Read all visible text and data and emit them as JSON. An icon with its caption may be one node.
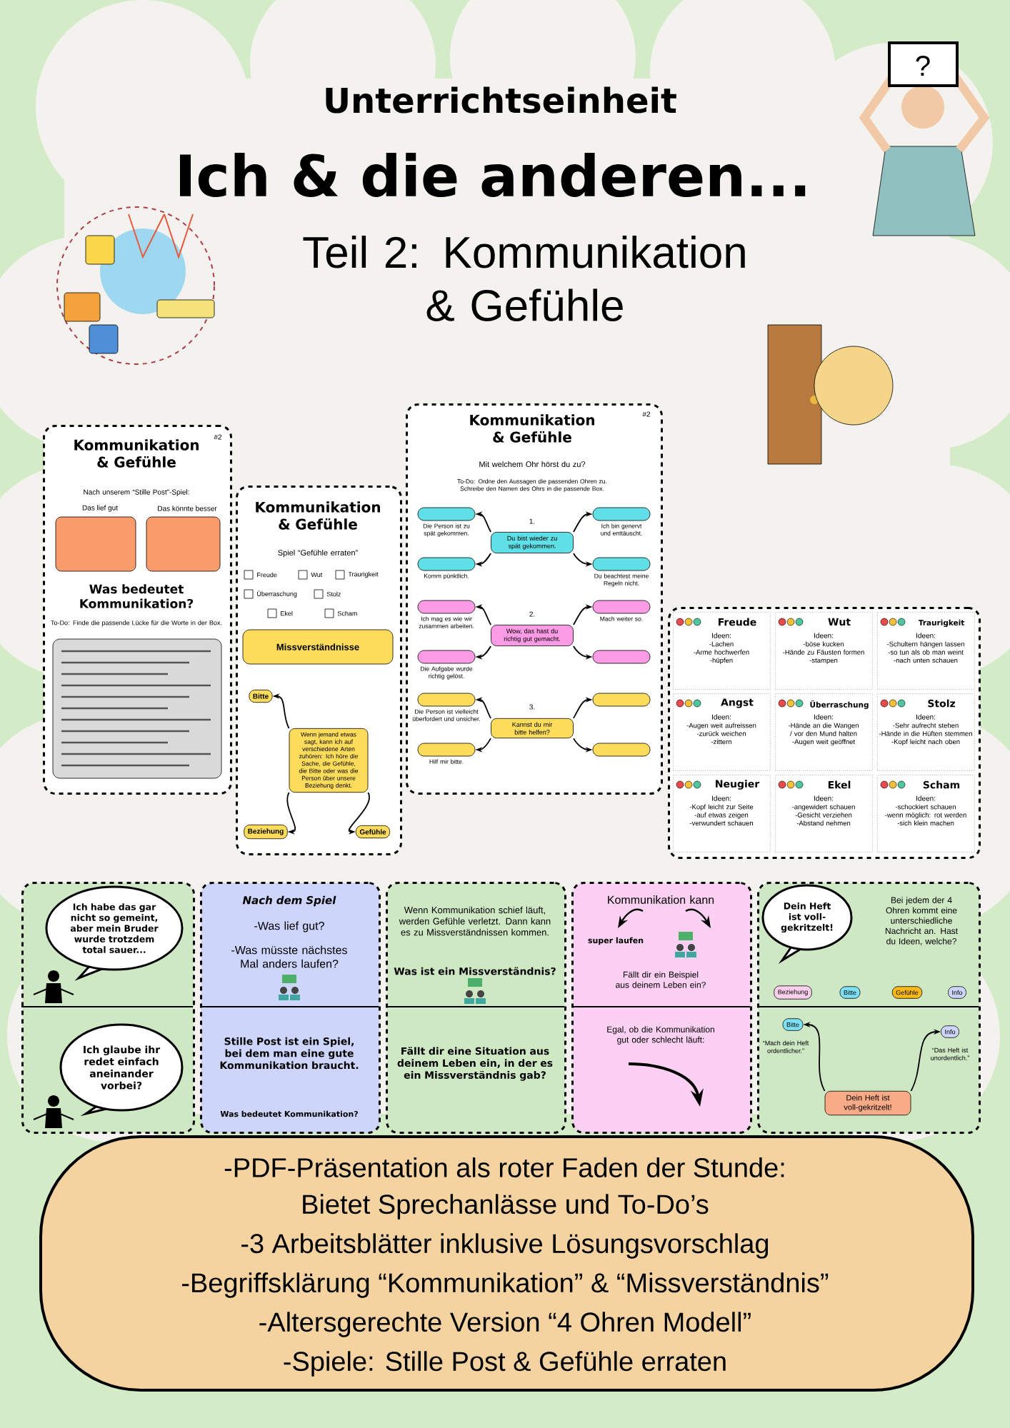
{
  "diagram": {
    "title": "Ich & die anderen...",
    "nodes": [
      {
        "text": [
          "Kommunikation & Gefühle",
          "Nach unserem “Stille Post”-Spiel:",
          "Das lief gut",
          "Das könnte besser",
          "Was bedeutet Kommunikation?",
          "To-Do: Finde die passende Lücke für die Worte in der Box."
        ]
      },
      {
        "text": [
          "Kommunikation & Gefühle",
          "Spiel “Gefühle erraten”",
          "Freude",
          "Wut",
          "Traurigkeit",
          "Überraschung",
          "Stolz",
          "Ekel",
          "Scham",
          "Missverständnisse"
        ]
      },
      {
        "text": [
          "Wenn jemand etwas sagt, kann ich auf verschiedene Arten zuhören: Ich höre die Sache, die Gefühle, die Bitte oder was die Person über unsere Beziehung denkt."
        ],
        "in": 1
      },
      {
        "text": [
          "Bitte"
        ],
        "in": 1
      },
      {
        "text": [
          "Beziehung"
        ],
        "in": 1
      },
      {
        "text": [
          "Gefühle"
        ],
        "in": 1
      },
      {
        "text": [
          "Kommunikation & Gefühle",
          "Mit welchem Ohr hörst du zu?",
          "To-Do: Ordne den Aussagen die passenden Ohren zu. Schreibe den Namen des Ohrs in die passende Box."
        ]
      },
      {
        "text": [
          "Du bist wieder zu spät gekommen."
        ],
        "in": 6,
        "beside": [
          "1."
        ]
      },
      {
        "text": [],
        "shape": "box",
        "in": 6,
        "beside": [
          "Die Person ist zu spät gekommen."
        ]
      },
      {
        "text": [],
        "shape": "box",
        "in": 6,
        "beside": [
          "Ich bin genervt und enttäuscht."
        ]
      },
      {
        "text": [],
        "shape": "box",
        "in": 6,
        "beside": [
          "Komm pünktlich."
        ]
      },
      {
        "text": [],
        "shape": "box",
        "in": 6,
        "beside": [
          "Du beachtest meine Regeln nicht."
        ]
      },
      {
        "text": [
          "Wow, das hast du richtig gut gemacht."
        ],
        "in": 6,
        "beside": [
          "2."
        ]
      },
      {
        "text": [],
        "shape": "box",
        "in": 6,
        "beside": [
          "Ich mag es wie wir zusammen arbeiten."
        ]
      },
      {
        "text": [],
        "shape": "box",
        "in": 6,
        "beside": [
          "Mach weiter so."
        ]
      },
      {
        "text": [],
        "shape": "box",
        "in": 6,
        "beside": [
          "Die Aufgabe wurde richtig gelöst."
        ]
      },
      {
        "text": [],
        "shape": "box",
        "in": 6
      },
      {
        "text": [
          "Kannst du mir bitte helfen?"
        ],
        "in": 6,
        "beside": [
          "3."
        ]
      },
      {
        "text": [],
        "shape": "box",
        "in": 6,
        "beside": [
          "Die Person ist vielleicht überfordert und unsicher."
        ]
      },
      {
        "text": [],
        "shape": "box",
        "in": 6
      },
      {
        "text": [],
        "shape": "box",
        "in": 6,
        "beside": [
          "Hilf mir bitte."
        ]
      },
      {
        "text": [],
        "shape": "box",
        "in": 6
      },
      {
        "text": [],
        "shape": "box"
      },
      {
        "text": [
          "Freude",
          "Ideen:",
          "-Lachen",
          "-Arme hochwerfen",
          "-hüpfen"
        ],
        "in": 22
      },
      {
        "text": [
          "Wut",
          "Ideen:",
          "-böse kucken",
          "-Hände zu Fäusten formen",
          "-stampen"
        ],
        "in": 22
      },
      {
        "text": [
          "Traurigkeit",
          "Ideen:",
          "-Schultern hängen lassen",
          "-so tun als ob man weint",
          "-nach unten schauen"
        ],
        "in": 22
      },
      {
        "text": [
          "Angst",
          "Ideen:",
          "-Augen weit aufreissen",
          "-zurück weichen",
          "-zittern"
        ],
        "in": 22
      },
      {
        "text": [
          "Überraschung",
          "Ideen:",
          "-Hände an die Wangen / vor den Mund halten",
          "-Augen weit geöffnet"
        ],
        "in": 22
      },
      {
        "text": [
          "Stolz",
          "Ideen:",
          "-Sehr aufrecht stehen",
          "-Hände in die Hüften stemmen",
          "-Kopf leicht nach oben"
        ],
        "in": 22
      },
      {
        "text": [
          "Neugier",
          "Ideen:",
          "-Kopf leicht zur Seite",
          "-auf etwas zeigen",
          "-verwundert schauen"
        ],
        "in": 22
      },
      {
        "text": [
          "Ekel",
          "Ideen:",
          "-angewidert schauen",
          "-Gesicht verziehen",
          "-Abstand nehmen"
        ],
        "in": 22
      },
      {
        "text": [
          "Scham",
          "Ideen:",
          "-schockiert schauen",
          "-wenn möglich: rot werden",
          "-sich klein machen"
        ],
        "in": 22
      },
      {
        "text": [
          "Ich habe das gar nicht so gemeint, aber mein Bruder wurde trotzdem total sauer...",
          "Ich glaube ihr redet einfach aneinander vorbei?"
        ]
      },
      {
        "text": [
          "*Nach dem Spiel*",
          "-Was lief gut?",
          "-Was müsste nächstes Mal anders laufen?",
          "Stille Post ist ein Spiel, bei dem man eine gute Kommunikation braucht.",
          "Was bedeutet Kommunikation?"
        ]
      },
      {
        "text": [
          "Wenn Kommunikation schief läuft, werden Gefühle verletzt. Dann kann es zu Missverständnissen kommen.",
          "Was ist ein Missverständnis?",
          "Fällt dir eine Situation aus deinem Leben ein, in der es ein Missverständnis gab?"
        ]
      },
      {
        "text": [
          "Kommunikation kann",
          "super laufen",
          "Fällt dir ein Beispiel aus deinem Leben ein?",
          "Egal, ob die Kommunikation gut oder schlecht läuft:"
        ]
      },
      {
        "text": [
          "Dein Heft ist voll-gekritzelt!",
          "Bei jedem der 4 Ohren kommt eine unterschiedliche Nachricht an. Hast du Ideen, welche?"
        ]
      },
      {
        "text": [
          "Beziehung"
        ],
        "in": 36
      },
      {
        "text": [
          "Bitte"
        ],
        "in": 36
      },
      {
        "text": [
          "Gefühle"
        ],
        "in": 36
      },
      {
        "text": [
          "Info"
        ],
        "in": 36
      },
      {
        "text": [
          "Dein Heft ist voll-gekritzelt!"
        ],
        "in": 36
      },
      {
        "text": [
          "Bitte"
        ],
        "in": 36,
        "beside": [
          "“Mach dein Heft ordentlicher.”"
        ]
      },
      {
        "text": [
          "Info"
        ],
        "in": 36,
        "beside": [
          "“Das Heft ist unordentlich.”"
        ]
      },
      {
        "text": [
          "-PDF-Präsentation als roter Faden der Stunde:",
          "Bietet Sprechanlässe und To-Do’s",
          "-3 Arbeitsblätter inklusive Lösungsvorschlag",
          "-Begriffsklärung “Kommunikation” & “Missverständnis”",
          "-Altersgerechte Version “4 Ohren Modell”",
          "-Spiele: Stille Post & Gefühle erraten"
        ]
      }
    ],
    "edges": [
      {
        "from": 2,
        "to": 3,
        "arrow": "to"
      },
      {
        "from": 2,
        "to": 4,
        "arrow": "to"
      },
      {
        "from": 2,
        "to": 5,
        "arrow": "to"
      },
      {
        "from": 7,
        "to": 8,
        "arrow": "to"
      },
      {
        "from": 7,
        "to": 9,
        "arrow": "to"
      },
      {
        "from": 7,
        "to": 10,
        "arrow": "to"
      },
      {
        "from": 7,
        "to": 11,
        "arrow": "to"
      },
      {
        "from": 12,
        "to": 13,
        "arrow": "to"
      },
      {
        "from": 12,
        "to": 14,
        "arrow": "to"
      },
      {
        "from": 12,
        "to": 15,
        "arrow": "to"
      },
      {
        "from": 12,
        "to": 16,
        "arrow": "to"
      },
      {
        "from": 17,
        "to": 18,
        "arrow": "to"
      },
      {
        "from": 17,
        "to": 19,
        "arrow": "to"
      },
      {
        "from": 17,
        "to": 20,
        "arrow": "to"
      },
      {
        "from": 17,
        "to": 21,
        "arrow": "to"
      },
      {
        "from": 41,
        "to": 42,
        "arrow": "to"
      },
      {
        "from": 41,
        "to": 43,
        "arrow": "to"
      }
    ],
    "labels": [
      "Unterrichtseinheit",
      "?",
      "Teil 2: Kommunikation & Gefühle",
      "#2",
      "#2"
    ]
  }
}
